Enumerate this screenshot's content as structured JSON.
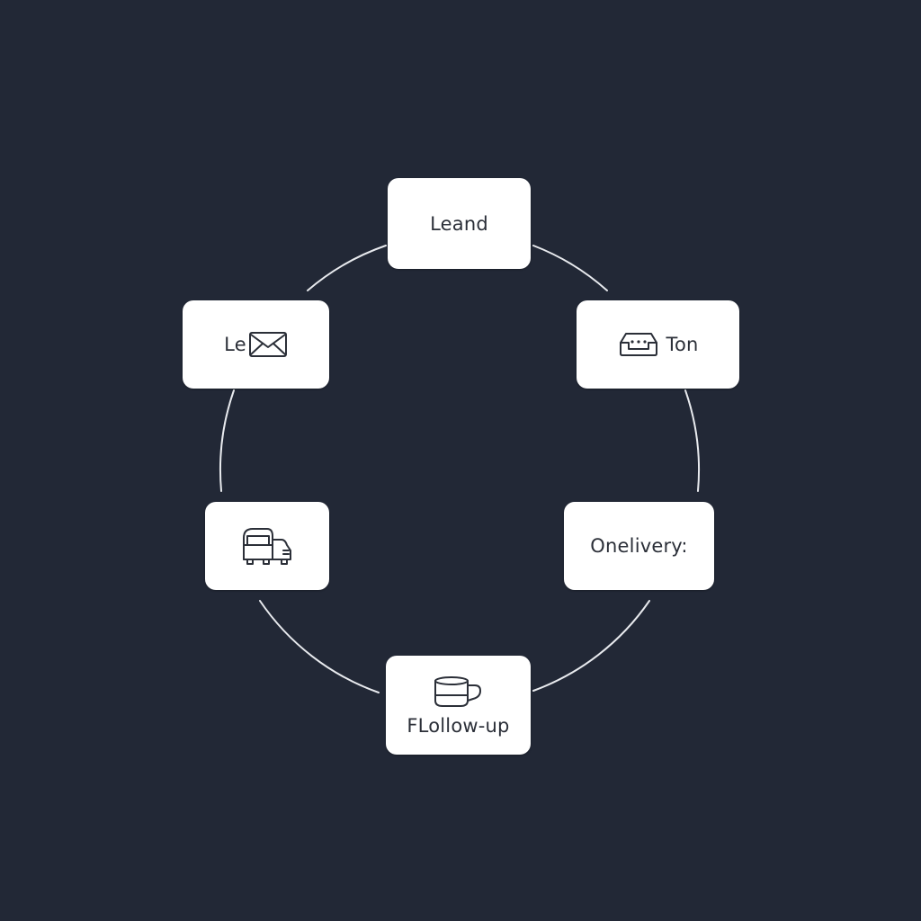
{
  "nodes": [
    {
      "id": "top",
      "label": "Leand",
      "icon": null
    },
    {
      "id": "left1",
      "label": "Le",
      "icon": "envelope-icon"
    },
    {
      "id": "right1",
      "label": "Ton",
      "icon": "inbox-tray-icon"
    },
    {
      "id": "left2",
      "label": "",
      "icon": "delivery-truck-icon"
    },
    {
      "id": "right2",
      "label": "Onelivery:",
      "icon": null
    },
    {
      "id": "bottom",
      "label": "FLollow-up",
      "icon": "cup-icon"
    }
  ],
  "colors": {
    "background": "#222836",
    "node_fill": "#ffffff",
    "node_text": "#2b2f38",
    "connector": "#e8eaee"
  }
}
